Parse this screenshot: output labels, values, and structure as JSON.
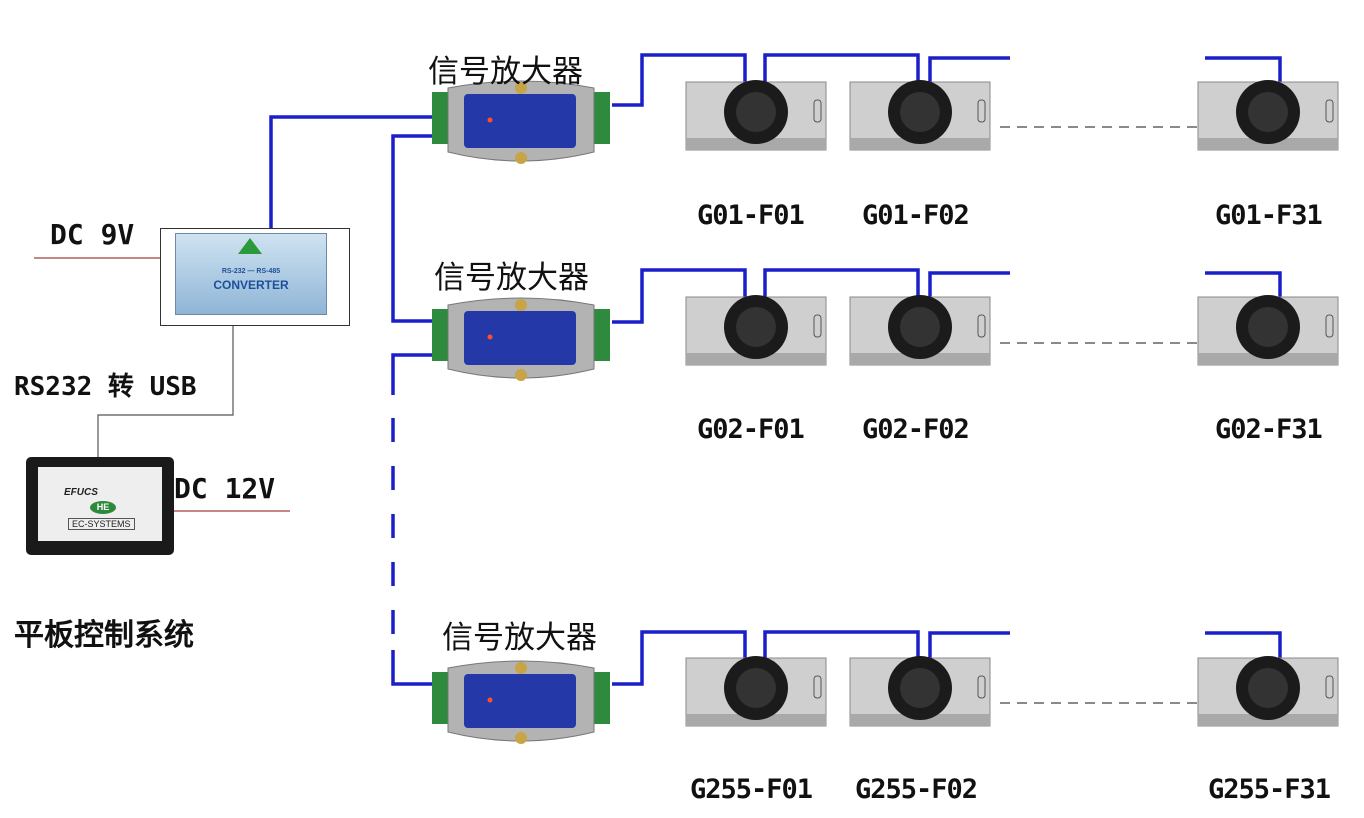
{
  "power_converter": "DC 9V",
  "rs232_label": "RS232 转 USB",
  "power_tablet": "DC 12V",
  "tablet_system": "平板控制系统",
  "converter_device": {
    "model": "RS-232 — RS-485",
    "name": "CONVERTER"
  },
  "tablet_screen": {
    "title": "EFUCS",
    "logo": "HE",
    "brand": "EC-SYSTEMS"
  },
  "groups": [
    {
      "amplifier": "信号放大器",
      "units": [
        "G01-F01",
        "G01-F02",
        "G01-F31"
      ]
    },
    {
      "amplifier": "信号放大器",
      "units": [
        "G02-F01",
        "G02-F02",
        "G02-F31"
      ]
    },
    {
      "amplifier": "信号放大器",
      "units": [
        "G255-F01",
        "G255-F02",
        "G255-F31"
      ]
    }
  ],
  "colors": {
    "bus_wire": "#1a1fc8",
    "power_wire": "#a0403a",
    "signal_wire": "#555555"
  }
}
